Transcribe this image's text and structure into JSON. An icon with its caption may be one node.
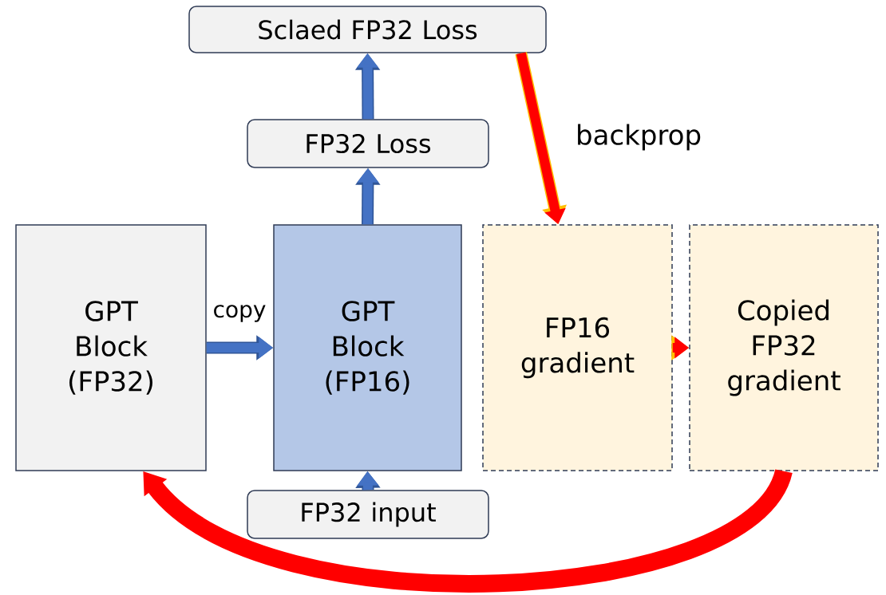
{
  "diagram": {
    "nodes": [
      {
        "text": [
          "Sclaed FP32 Loss"
        ]
      },
      {
        "text": [
          "FP32 Loss"
        ]
      },
      {
        "text": [
          "GPT Block (FP32)"
        ]
      },
      {
        "text": [
          "GPT Block (FP16)"
        ]
      },
      {
        "text": [
          "FP16 gradient"
        ]
      },
      {
        "text": [
          "Copied FP32 gradient"
        ]
      },
      {
        "text": [
          "FP32 input"
        ]
      }
    ],
    "edges": [
      {
        "from": 6,
        "to": 3,
        "arrow": "to"
      },
      {
        "from": 3,
        "to": 1,
        "arrow": "to"
      },
      {
        "from": 1,
        "to": 0,
        "arrow": "to"
      },
      {
        "from": 2,
        "to": 3,
        "arrow": "to",
        "label": "copy"
      },
      {
        "from": 0,
        "to": 4,
        "arrow": "to",
        "label": "backprop",
        "color": "#ff0000"
      },
      {
        "from": 4,
        "to": 5,
        "arrow": "to",
        "color": "#ff0000"
      },
      {
        "from": 5,
        "to": 2,
        "arrow": "to",
        "color": "#ff0000",
        "style": "thick"
      }
    ]
  }
}
